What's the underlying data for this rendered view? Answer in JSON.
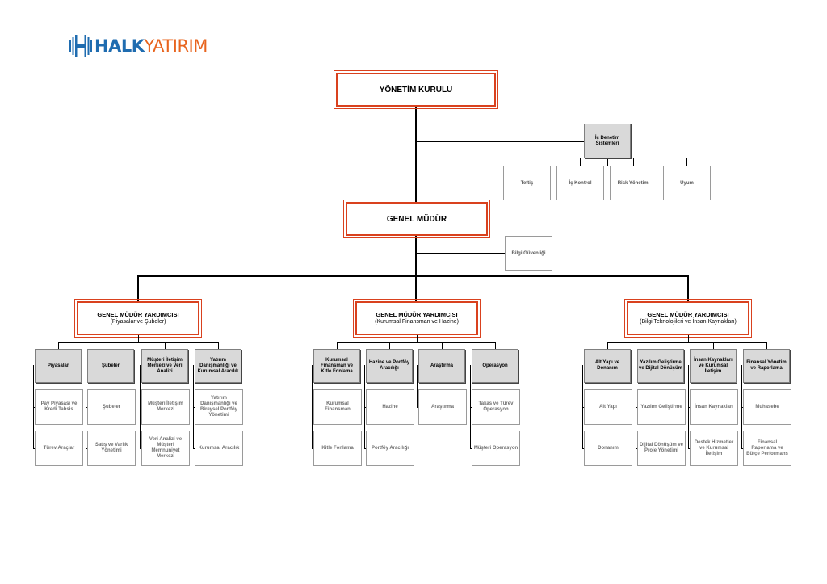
{
  "logo": {
    "part1": "HALK",
    "part2": "YATIRIM",
    "color1": "#1f6cb0",
    "color2": "#e8641e"
  },
  "board": "YÖNETİM KURULU",
  "audit": {
    "title": "İç Denetim Sistemleri",
    "units": [
      "Teftiş",
      "İç Kontrol",
      "Risk Yönetimi",
      "Uyum"
    ]
  },
  "gm": "GENEL MÜDÜR",
  "security": "Bilgi Güvenliği",
  "vps": [
    {
      "title": "GENEL MÜDÜR YARDIMCISI",
      "sub": "(Piyasalar ve Şubeler)",
      "depts": [
        {
          "name": "Piyasalar",
          "units": [
            "Pay Piyasası ve Kredi Tahsis",
            "Türev Araçlar"
          ]
        },
        {
          "name": "Şubeler",
          "units": [
            "Şubeler",
            "Satış ve Varlık Yönetimi"
          ]
        },
        {
          "name": "Müşteri İletişim Merkezi ve Veri Analizi",
          "units": [
            "Müşteri İletişim Merkezi",
            "Veri Analizi ve Müşteri Memnuniyet Merkezi"
          ]
        },
        {
          "name": "Yatırım Danışmanlığı ve Kurumsal Aracılık",
          "units": [
            "Yatırım Danışmanlığı ve Bireysel Portföy Yönetimi",
            "Kurumsal Aracılık"
          ]
        }
      ]
    },
    {
      "title": "GENEL MÜDÜR YARDIMCISI",
      "sub": "(Kurumsal Finansman ve Hazine)",
      "depts": [
        {
          "name": "Kurumsal Finansman ve Kitle Fonlama",
          "units": [
            "Kurumsal Finansman",
            "Kitle Fonlama"
          ]
        },
        {
          "name": "Hazine ve Portföy Aracılığı",
          "units": [
            "Hazine",
            "Portföy Aracılığı"
          ]
        },
        {
          "name": "Araştırma",
          "units": [
            "Araştırma"
          ]
        },
        {
          "name": "Operasyon",
          "units": [
            "Takas ve Türev Operasyon",
            "Müşteri Operasyon"
          ]
        }
      ]
    },
    {
      "title": "GENEL MÜDÜR YARDIMCISI",
      "sub": "(Bilgi Teknolojileri ve İnsan Kaynakları)",
      "depts": [
        {
          "name": "Alt Yapı ve Donanım",
          "units": [
            "Alt Yapı",
            "Donanım"
          ]
        },
        {
          "name": "Yazılım Geliştirme ve Dijital Dönüşüm",
          "units": [
            "Yazılım Geliştirme",
            "Dijital Dönüşüm ve Proje Yönetimi"
          ]
        },
        {
          "name": "İnsan Kaynakları ve Kurumsal İletişim",
          "units": [
            "İnsan Kaynakları",
            "Destek Hizmetler ve Kurumsal İletişim"
          ]
        },
        {
          "name": "Finansal Yönetim ve Raporlama",
          "units": [
            "Muhasebe",
            "Finansal Raporlama ve Bütçe Performans"
          ]
        }
      ]
    }
  ]
}
